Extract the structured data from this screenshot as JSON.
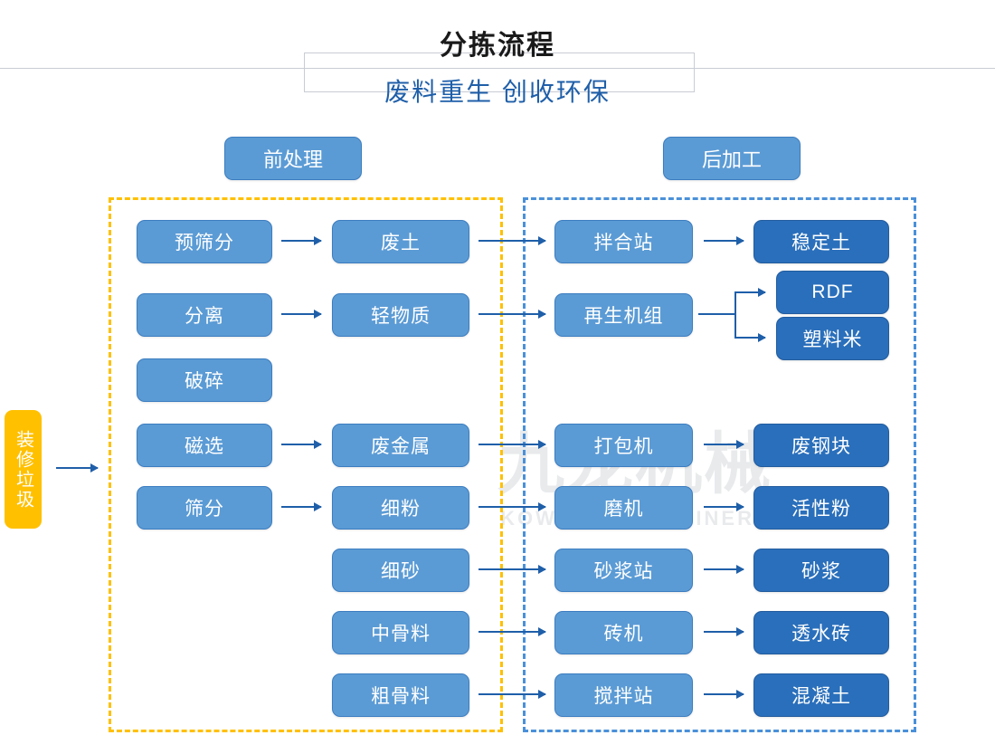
{
  "header": {
    "title": "分拣流程",
    "subtitle": "废料重生 创收环保"
  },
  "watermark": {
    "brand_cn": "九龙机械",
    "brand_en": "KOWLOONMACHINERY"
  },
  "sections": {
    "pre_label": "前处理",
    "post_label": "后加工"
  },
  "source": {
    "label": "装修垃圾"
  },
  "colors": {
    "node_light": "#5B9BD5",
    "node_dark": "#2A6FBB",
    "accent_orange": "#FFC000",
    "accent_blue": "#4A90D9",
    "arrow": "#1F5FA9",
    "title_text": "#1A1A1A",
    "subtitle_text": "#1F5FA9"
  },
  "nodes": {
    "process": [
      {
        "label": "预筛分"
      },
      {
        "label": "分离"
      },
      {
        "label": "破碎"
      },
      {
        "label": "磁选"
      },
      {
        "label": "筛分"
      }
    ],
    "materials": [
      {
        "label": "废土"
      },
      {
        "label": "轻物质"
      },
      {
        "label": "废金属"
      },
      {
        "label": "细粉"
      },
      {
        "label": "细砂"
      },
      {
        "label": "中骨料"
      },
      {
        "label": "粗骨料"
      }
    ],
    "equipment": [
      {
        "label": "拌合站"
      },
      {
        "label": "再生机组"
      },
      {
        "label": "打包机"
      },
      {
        "label": "磨机"
      },
      {
        "label": "砂浆站"
      },
      {
        "label": "砖机"
      },
      {
        "label": "搅拌站"
      }
    ],
    "products": [
      {
        "label": "稳定土"
      },
      {
        "label": "RDF"
      },
      {
        "label": "塑料米"
      },
      {
        "label": "废钢块"
      },
      {
        "label": "活性粉"
      },
      {
        "label": "砂浆"
      },
      {
        "label": "透水砖"
      },
      {
        "label": "混凝土"
      }
    ]
  },
  "flows": [
    {
      "from": "装修垃圾",
      "to": "前处理"
    },
    {
      "from": "预筛分",
      "to": "废土"
    },
    {
      "from": "废土",
      "to": "拌合站"
    },
    {
      "from": "拌合站",
      "to": "稳定土"
    },
    {
      "from": "分离",
      "to": "轻物质"
    },
    {
      "from": "轻物质",
      "to": "再生机组"
    },
    {
      "from": "再生机组",
      "to": "RDF"
    },
    {
      "from": "再生机组",
      "to": "塑料米"
    },
    {
      "from": "磁选",
      "to": "废金属"
    },
    {
      "from": "废金属",
      "to": "打包机"
    },
    {
      "from": "打包机",
      "to": "废钢块"
    },
    {
      "from": "筛分",
      "to": "细粉"
    },
    {
      "from": "细粉",
      "to": "磨机"
    },
    {
      "from": "磨机",
      "to": "活性粉"
    },
    {
      "from": "细砂",
      "to": "砂浆站"
    },
    {
      "from": "砂浆站",
      "to": "砂浆"
    },
    {
      "from": "中骨料",
      "to": "砖机"
    },
    {
      "from": "砖机",
      "to": "透水砖"
    },
    {
      "from": "粗骨料",
      "to": "搅拌站"
    },
    {
      "from": "搅拌站",
      "to": "混凝土"
    }
  ]
}
